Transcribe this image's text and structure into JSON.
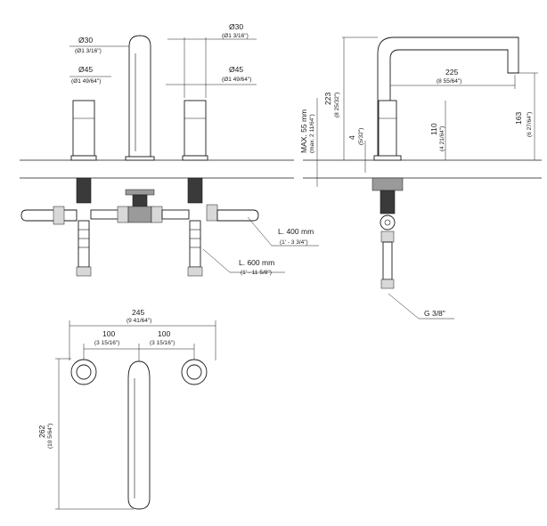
{
  "front_view": {
    "spout_diameter": "Ø30",
    "spout_diameter_in": "(Ø1 3/16\")",
    "handle_diameter": "Ø45",
    "handle_diameter_in": "(Ø1 49/64\")",
    "right_handle_diameter": "Ø30",
    "right_handle_diameter_in": "(Ø1 3/16\")",
    "right_body_diameter": "Ø45",
    "right_body_diameter_in": "(Ø1 49/64\")",
    "hose_short_length": "L. 400 mm",
    "hose_short_length_in": "(1' - 3 3/4\")",
    "hose_long_length": "L. 600 mm",
    "hose_long_length_in": "(1' - 11 5/8\")"
  },
  "side_view": {
    "max_deck": "MAX. 55 mm",
    "max_deck_in": "(max. 2 11/64\")",
    "height": "223",
    "height_in": "(8 25/32\")",
    "reach": "225",
    "reach_in": "(8 55/64\")",
    "gap": "4",
    "gap_in": "(5/32\")",
    "handle_height": "110",
    "handle_height_in": "(4 21/64\")",
    "outlet_height": "163",
    "outlet_height_in": "(6 27/64\")",
    "connection": "G 3/8\""
  },
  "plan_view": {
    "overall_width": "245",
    "overall_width_in": "(9 41/64\")",
    "spacing_left": "100",
    "spacing_left_in": "(3 15/16\")",
    "spacing_right": "100",
    "spacing_right_in": "(3 15/16\")",
    "depth": "262",
    "depth_in": "(10 5/64\")"
  }
}
